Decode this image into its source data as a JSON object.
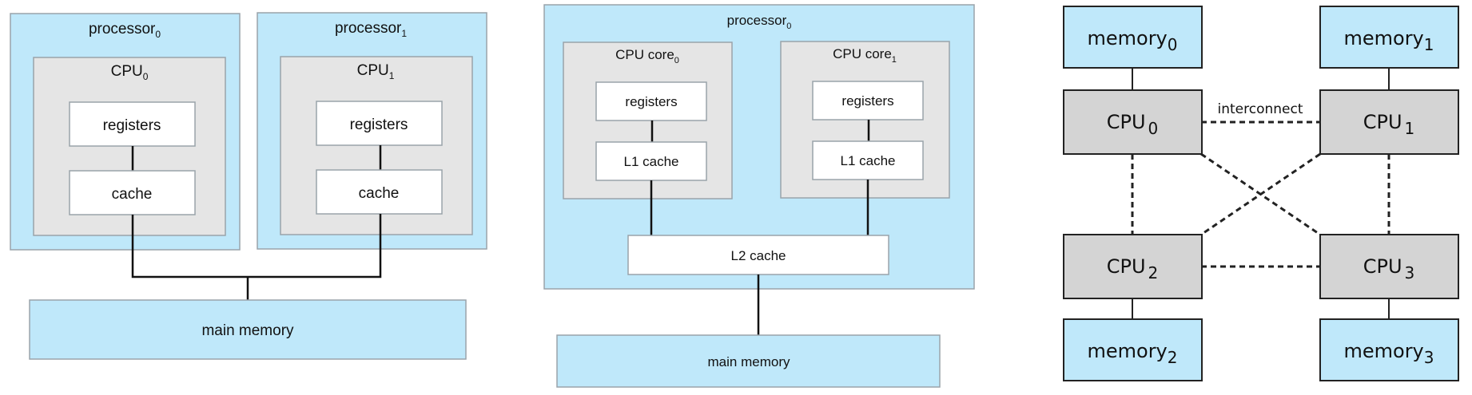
{
  "colors": {
    "processor_fill": "#bfe8fa",
    "box_stroke": "#9aa3aa",
    "cpu_fill": "#e5e5e5",
    "component_fill": "#ffffff",
    "memory_fill": "#bfe8fa",
    "numa_cpu_fill": "#d4d4d4",
    "numa_stroke": "#222222"
  },
  "diagram_smp": {
    "processor0": {
      "label": "processor",
      "sub": "0"
    },
    "processor1": {
      "label": "processor",
      "sub": "1"
    },
    "cpu0": {
      "label": "CPU",
      "sub": "0"
    },
    "cpu1": {
      "label": "CPU",
      "sub": "1"
    },
    "registers_label": "registers",
    "cache_label": "cache",
    "main_memory_label": "main memory"
  },
  "diagram_multicore": {
    "processor": {
      "label": "processor",
      "sub": "0"
    },
    "core0": {
      "label": "CPU core",
      "sub": "0"
    },
    "core1": {
      "label": "CPU core",
      "sub": "1"
    },
    "registers_label": "registers",
    "l1_label": "L1 cache",
    "l2_label": "L2 cache",
    "main_memory_label": "main memory"
  },
  "diagram_numa": {
    "memory_label": "memory",
    "cpu_label": "CPU",
    "interconnect_label": "interconnect",
    "subs": [
      "0",
      "1",
      "2",
      "3"
    ]
  }
}
